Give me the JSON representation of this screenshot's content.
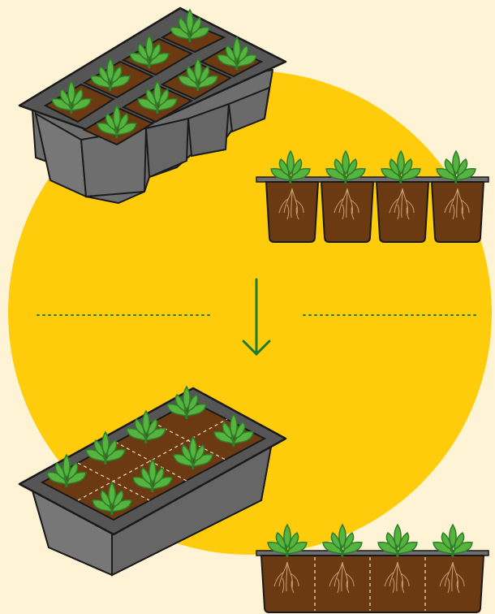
{
  "colors": {
    "background": "#fff3d6",
    "circle": "#ffcc0c",
    "tray_dark": "#555555",
    "tray_mid": "#6e6e6e",
    "tray_light": "#8a8a8a",
    "soil": "#6b3a12",
    "soil_light": "#7d4718",
    "leaf": "#56b33e",
    "leaf_dark": "#2e7d2a",
    "stroke": "#1a1a1a",
    "arrow": "#1f7a2b",
    "divider": "#1f7a2b",
    "root": "#caa070"
  },
  "illustration": {
    "top_tray": {
      "cells": 8,
      "seedlings": 8
    },
    "top_cross_section": {
      "cells": 4,
      "seedlings": 4
    },
    "bottom_tray": {
      "cells": 1,
      "seedlings": 8
    },
    "bottom_cross_section": {
      "cells": 1,
      "seedlings": 4
    }
  },
  "icons": {
    "arrow": "down-arrow-icon",
    "plant": "seedling-icon"
  }
}
